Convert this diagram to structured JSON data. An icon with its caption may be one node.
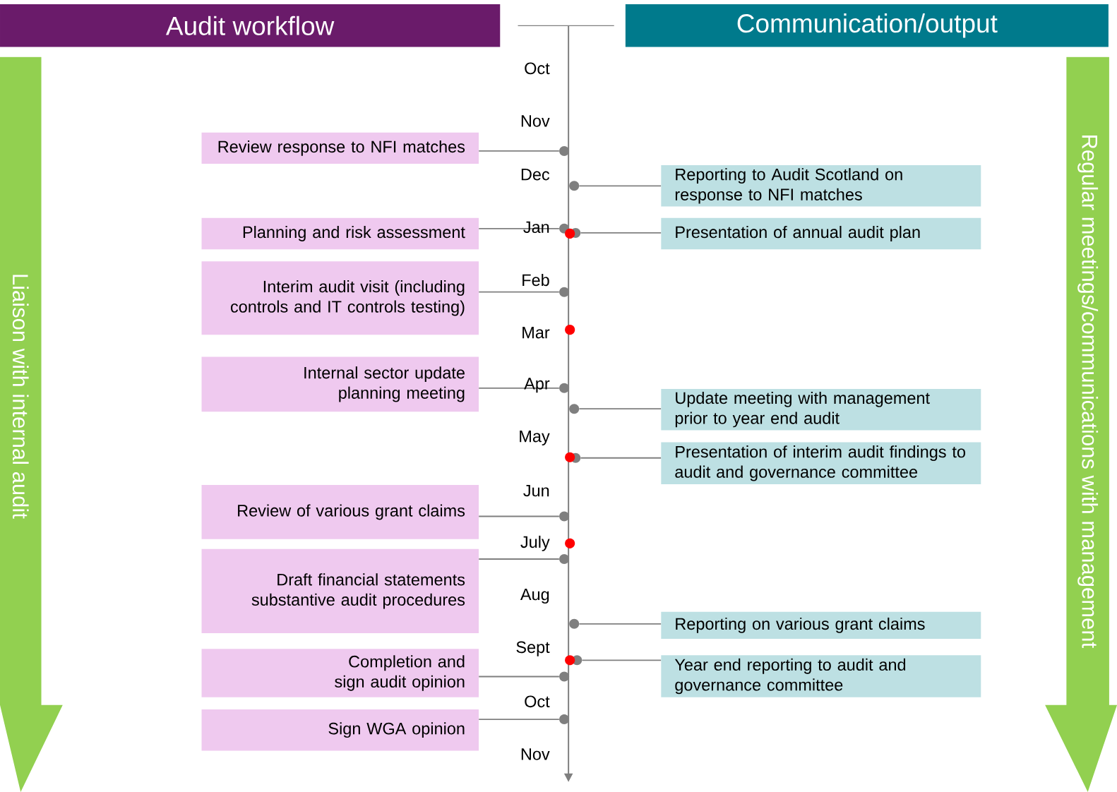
{
  "diagram": {
    "nodes": [
      {
        "text": [
          "Audit workflow"
        ]
      },
      {
        "text": [
          "Communication/output"
        ]
      },
      {
        "text": [
          "Liaison with internal audit"
        ]
      },
      {
        "text": [
          "Regular meetings/communications with management"
        ]
      },
      {
        "text": [
          "Review response to NFI matches"
        ]
      },
      {
        "text": [
          "Planning and risk assessment"
        ]
      },
      {
        "text": [
          "Interim audit visit (including controls and IT controls testing)"
        ]
      },
      {
        "text": [
          "Internal sector update planning meeting"
        ]
      },
      {
        "text": [
          "Review of various grant claims"
        ]
      },
      {
        "text": [
          "Draft financial statements substantive audit procedures"
        ]
      },
      {
        "text": [
          "Completion and sign audit opinion"
        ]
      },
      {
        "text": [
          "Sign WGA opinion"
        ]
      },
      {
        "text": [
          "Reporting to Audit Scotland on response to NFI matches"
        ]
      },
      {
        "text": [
          "Presentation of annual audit plan"
        ]
      },
      {
        "text": [
          "Update meeting with management prior to year end audit"
        ]
      },
      {
        "text": [
          "Presentation of interim audit findings to audit and governance committee"
        ]
      },
      {
        "text": [
          "Reporting on various grant claims"
        ]
      },
      {
        "text": [
          "Year end reporting to audit and governance committee"
        ]
      },
      {
        "text": [],
        "shape": "circle"
      },
      {
        "text": [],
        "shape": "circle"
      },
      {
        "text": [],
        "shape": "circle"
      },
      {
        "text": [],
        "shape": "circle"
      },
      {
        "text": [],
        "shape": "circle"
      },
      {
        "text": [],
        "shape": "circle"
      },
      {
        "text": [],
        "shape": "circle"
      },
      {
        "text": [],
        "shape": "circle"
      },
      {
        "text": [],
        "shape": "circle"
      },
      {
        "text": [],
        "shape": "circle"
      },
      {
        "text": [],
        "shape": "circle"
      },
      {
        "text": [],
        "shape": "circle"
      },
      {
        "text": [],
        "shape": "circle"
      },
      {
        "text": [],
        "shape": "circle"
      }
    ],
    "edges": [
      {
        "from": 4,
        "to": 18,
        "arrow": "none"
      },
      {
        "from": 5,
        "to": 19,
        "arrow": "none"
      },
      {
        "from": 6,
        "to": 20,
        "arrow": "none"
      },
      {
        "from": 7,
        "to": 21,
        "arrow": "none"
      },
      {
        "from": 8,
        "to": 22,
        "arrow": "none"
      },
      {
        "from": 9,
        "to": 23,
        "arrow": "none"
      },
      {
        "from": 10,
        "to": 24,
        "arrow": "none"
      },
      {
        "from": 11,
        "to": 25,
        "arrow": "none"
      },
      {
        "from": 12,
        "to": 26,
        "arrow": "none"
      },
      {
        "from": 13,
        "to": 27,
        "arrow": "none"
      },
      {
        "from": 14,
        "to": 28,
        "arrow": "none"
      },
      {
        "from": 15,
        "to": 29,
        "arrow": "none"
      },
      {
        "from": 16,
        "to": 30,
        "arrow": "none"
      },
      {
        "from": 17,
        "to": 31,
        "arrow": "none"
      }
    ],
    "labels": [
      "Oct",
      "Nov",
      "Dec",
      "Jan",
      "Feb",
      "Mar",
      "Apr",
      "May",
      "Jun",
      "July",
      "Aug",
      "Sept",
      "Oct",
      "Nov"
    ]
  }
}
